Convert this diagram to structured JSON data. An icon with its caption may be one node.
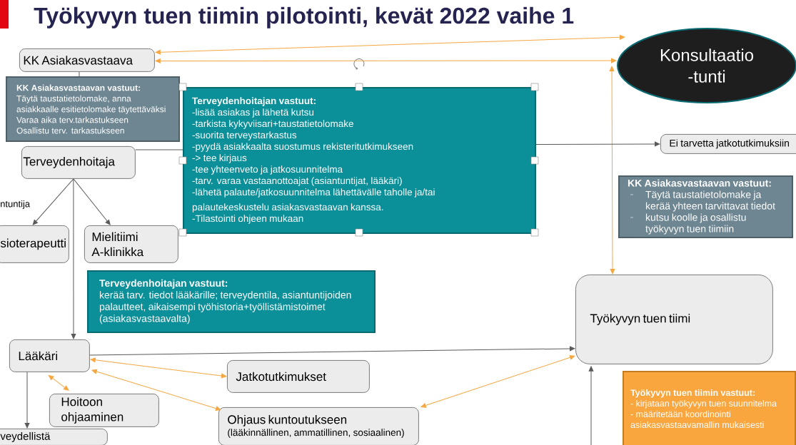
{
  "diagram": {
    "title": "Työkyvyn tuen tiimin pilotointi, kevät 2022 vaihe 1",
    "nodes": [
      {
        "text": [
          "KK Asiakasvastaava"
        ]
      },
      {
        "text": [
          "KK Asiakasvastaavan vastuut:",
          "Täytä taustatietolomake, anna asiakkaalle esitietolomake täytettäväksi",
          "Varaa aika terv.tarkastukseen",
          "Osallistu terv. tarkastukseen"
        ]
      },
      {
        "text": [
          "Terveydenhoitaja"
        ]
      },
      {
        "text": [
          "Terveydenhoitajan vastuut:",
          "-lisää asiakas ja lähetä kutsu",
          "-tarkista kykyviisari+taustatietolomake",
          "-suorita terveystarkastus",
          "-pyydä asiakkaalta suostumus rekisteritutkimukseen",
          "-> tee kirjaus",
          "-tee yhteenveto ja jatkosuunnitelma",
          "-tarv. varaa vastaanottoajat (asiantuntijat, lääkäri)",
          "-lähetä palaute/jatkosuunnitelma lähettävälle taholle ja/tai",
          "palautekeskustelu  asiakasvastaavan kanssa.",
          "-Tilastointi  ohjeen mukaan"
        ]
      },
      {
        "text": [
          "Ei tarvetta jatkotutkimuksiin"
        ]
      },
      {
        "text": [
          "KK Asiakasvastaavan vastuut:",
          "Täytä taustatietolomake ja kerää yhteen tarvittavat tiedot",
          "kutsu koolle ja osallistu työkyvyn tuen tiimiin"
        ]
      },
      {
        "text": [
          "Konsultaatio -tunti"
        ]
      },
      {
        "text": [
          "sioterapeutti"
        ]
      },
      {
        "text": [
          "Mielitiimi A-klinikka"
        ]
      },
      {
        "text": [
          "Terveydenhoitajan vastuut:",
          "kerää tarv. tiedot lääkärille; terveydentila, asiantuntijoiden palautteet, aikaisempi työhistoria+työllistämistoimet (asiakasvastaavalta)"
        ]
      },
      {
        "text": [
          "Työkyvyn tuen tiimi"
        ]
      },
      {
        "text": [
          "Lääkäri"
        ]
      },
      {
        "text": [
          "Jatkotutkimukset"
        ]
      },
      {
        "text": [
          "Hoitoon ohjaaminen"
        ]
      },
      {
        "text": [
          "Ohjaus kuntoutukseen",
          "(lääkinnällinen, ammatillinen, sosiaalinen)"
        ]
      },
      {
        "text": [
          "Työkyvyn tuen tiimin vastuut:",
          "- kirjataan työkyvyn tuen suunnitelma",
          "- määritetään koordinointi asiakasvastaavamallin mukaisesti"
        ]
      },
      {
        "text": [
          "veydellistä"
        ]
      }
    ],
    "edges": [
      {
        "from": 6,
        "to": 0,
        "arrow": "both",
        "color": "#f5a742"
      },
      {
        "from": 0,
        "to": 6,
        "arrow": "both",
        "color": "#f5a742"
      },
      {
        "from": 6,
        "to": 10,
        "arrow": "both",
        "color": "#f5a742"
      },
      {
        "from": 0,
        "to": 1,
        "arrow": "none"
      },
      {
        "from": 2,
        "to": 3,
        "arrow": "none"
      },
      {
        "from": 2,
        "to": 7,
        "arrow": "to"
      },
      {
        "from": 2,
        "to": 8,
        "arrow": "to"
      },
      {
        "from": 2,
        "to": 11,
        "arrow": "to"
      },
      {
        "from": 3,
        "to": 4,
        "arrow": "to"
      },
      {
        "from": 11,
        "to": 10,
        "arrow": "to"
      },
      {
        "from": 11,
        "to": 12,
        "arrow": "both",
        "color": "#f5a742"
      },
      {
        "from": 11,
        "to": 13,
        "arrow": "both",
        "color": "#f5a742"
      },
      {
        "from": 11,
        "to": 14,
        "arrow": "both",
        "color": "#f5a742"
      },
      {
        "from": 14,
        "to": 10,
        "arrow": "both",
        "color": "#f5a742"
      },
      {
        "from": 11,
        "to": 16,
        "arrow": "to"
      },
      {
        "from": null,
        "to": 10,
        "arrow": "to"
      }
    ],
    "labels": [
      "ntuntija"
    ]
  }
}
